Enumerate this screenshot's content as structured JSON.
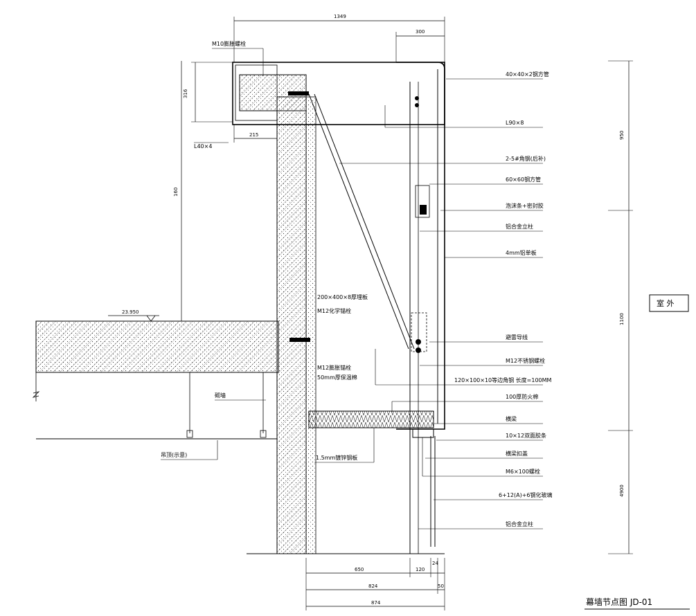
{
  "title": "幕墙节点图 JD-01",
  "room_label": "室 外",
  "elevation": "23.950",
  "callouts_left": {
    "bolt_top": "M10膨胀螺栓",
    "angle": "L40×4",
    "ceiling": "吊顶(示意)",
    "plaster": "砌墙",
    "bracket_plate": "200×400×8厚埋板",
    "chem_bolt": "M12化学锚栓",
    "exp_bolt": "M12膨胀锚栓",
    "insulation": "50mm厚保温棉",
    "steel_sheet": "1.5mm镀锌钢板"
  },
  "callouts_right": [
    "40×40×2钢方管",
    "L90×8",
    "2-5#角钢(后补)",
    "60×60钢方管",
    "泡沫条+密封胶",
    "铝合金立柱",
    "4mm铝单板",
    "避雷导线",
    "M12不锈钢螺栓",
    "120×100×10等边角钢 长度=100MM",
    "100厚防火棉",
    "横梁",
    "10×12双面胶条",
    "横梁扣盖",
    "M6×100螺栓",
    "6+12(A)+6钢化玻璃",
    "铝合金立柱"
  ],
  "dims_top": {
    "overall": "1349",
    "right": "300"
  },
  "dims_left": {
    "top": "316",
    "mid": "160",
    "ledge": "215"
  },
  "dims_right": {
    "upper": "950",
    "mid": "1100",
    "lower": "4900"
  },
  "dims_bottom": {
    "a": "650",
    "b": "120",
    "c": "24",
    "d": "824",
    "e": "50",
    "f": "874"
  }
}
